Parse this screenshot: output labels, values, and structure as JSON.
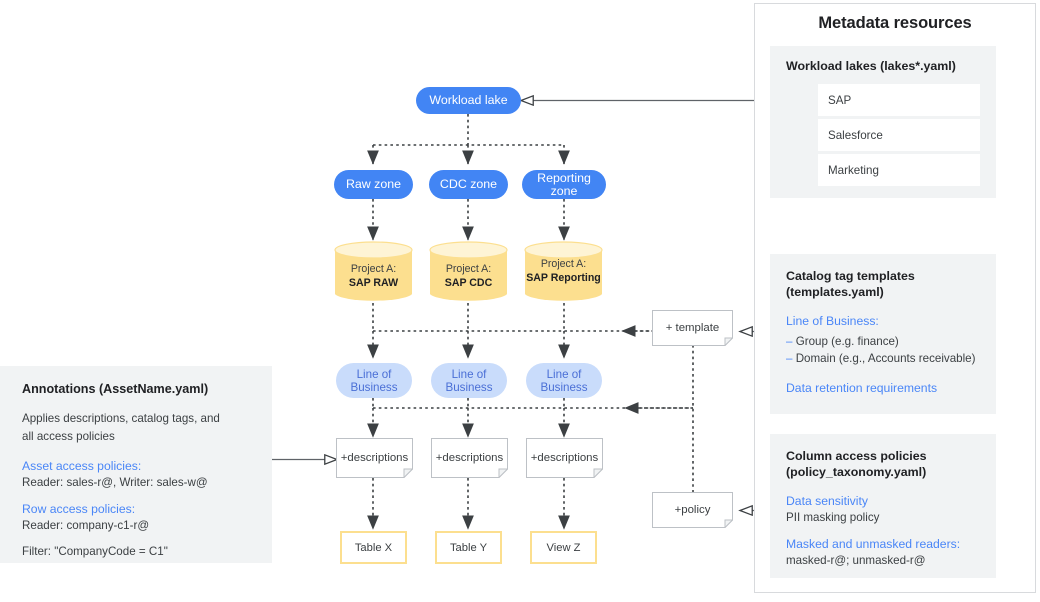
{
  "right_panel": {
    "title": "Metadata resources",
    "sections": [
      {
        "title": "Workload lakes (lakes*.yaml)",
        "items": [
          "SAP",
          "Salesforce",
          "Marketing"
        ]
      },
      {
        "title_line1": "Catalog tag templates",
        "title_line2": "(templates.yaml)",
        "heading1": "Line of Business:",
        "bullet1": "Group (e.g. finance)",
        "bullet2": "Domain (e.g., Accounts receivable)",
        "bullet_dash": "–",
        "heading2": "Data retention requirements"
      },
      {
        "title_line1": "Column access policies",
        "title_line2": "(policy_taxonomy.yaml)",
        "heading1": "Data sensitivity",
        "text1": "PII masking policy",
        "heading2": "Masked and unmasked readers:",
        "text2": "masked-r@; unmasked-r@"
      }
    ]
  },
  "left_panel": {
    "title": "Annotations (AssetName.yaml)",
    "desc_line1": "Applies descriptions, catalog tags, and",
    "desc_line2": "all access policies",
    "heading1": "Asset access policies:",
    "text1": "Reader: sales-r@, Writer: sales-w@",
    "heading2": "Row access policies:",
    "text2": "Reader: company-c1-r@",
    "text3": "Filter: \"CompanyCode = C1\""
  },
  "flow": {
    "workload_lake": "Workload lake",
    "zones": [
      "Raw zone",
      "CDC zone",
      "Reporting zone"
    ],
    "projects": [
      {
        "prefix": "Project A:",
        "name": "SAP RAW"
      },
      {
        "prefix": "Project A:",
        "name": "SAP CDC"
      },
      {
        "prefix": "Project A:",
        "name": "SAP Reporting"
      }
    ],
    "lob": [
      "Line of Business",
      "Line of Business",
      "Line of Business"
    ],
    "descriptions": [
      "+descriptions",
      "+descriptions",
      "+descriptions"
    ],
    "outputs": [
      "Table X",
      "Table Y",
      "View Z"
    ],
    "template_note": "+ template",
    "policy_note": "+policy"
  },
  "colors": {
    "blue_node": "#4285f4",
    "blue_light_node": "#c9dcfb",
    "blue_text": "#4a86f7",
    "cylinder": "#fcdf8f",
    "panel_gray": "#f1f3f4",
    "text_dark": "#202124"
  }
}
